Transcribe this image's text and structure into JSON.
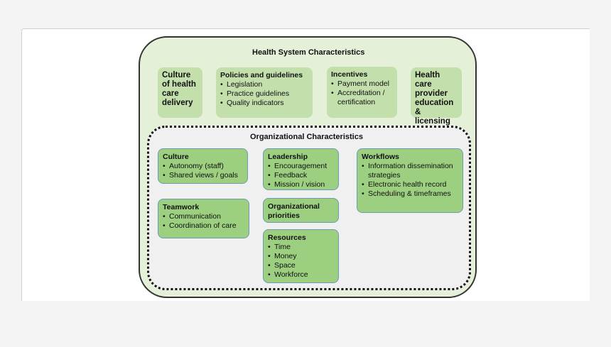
{
  "health_system": {
    "title": "Health System Characteristics",
    "boxes": [
      {
        "heading": "Culture\nof health\ncare\ndelivery",
        "items": []
      },
      {
        "heading": "Policies and guidelines",
        "items": [
          "Legislation",
          "Practice guidelines",
          "Quality indicators"
        ]
      },
      {
        "heading": "Incentives",
        "items": [
          "Payment model",
          "Accreditation /\ncertification"
        ]
      },
      {
        "heading": "Health care\nprovider\neducation\n& licensing",
        "items": []
      }
    ]
  },
  "organizational": {
    "title": "Organizational Characteristics",
    "boxes": [
      {
        "heading": "Culture",
        "items": [
          "Autonomy (staff)",
          "Shared views / goals"
        ]
      },
      {
        "heading": "Teamwork",
        "items": [
          "Communication",
          "Coordination of care"
        ]
      },
      {
        "heading": "Leadership",
        "items": [
          "Encouragement",
          "Feedback",
          "Mission / vision"
        ]
      },
      {
        "heading": "Organizational\npriorities",
        "items": []
      },
      {
        "heading": "Resources",
        "items": [
          "Time",
          "Money",
          "Space",
          "Workforce"
        ]
      },
      {
        "heading": "Workflows",
        "items": [
          "Information dissemination\nstrategies",
          "Electronic health record",
          "Scheduling & timeframes"
        ]
      }
    ]
  }
}
